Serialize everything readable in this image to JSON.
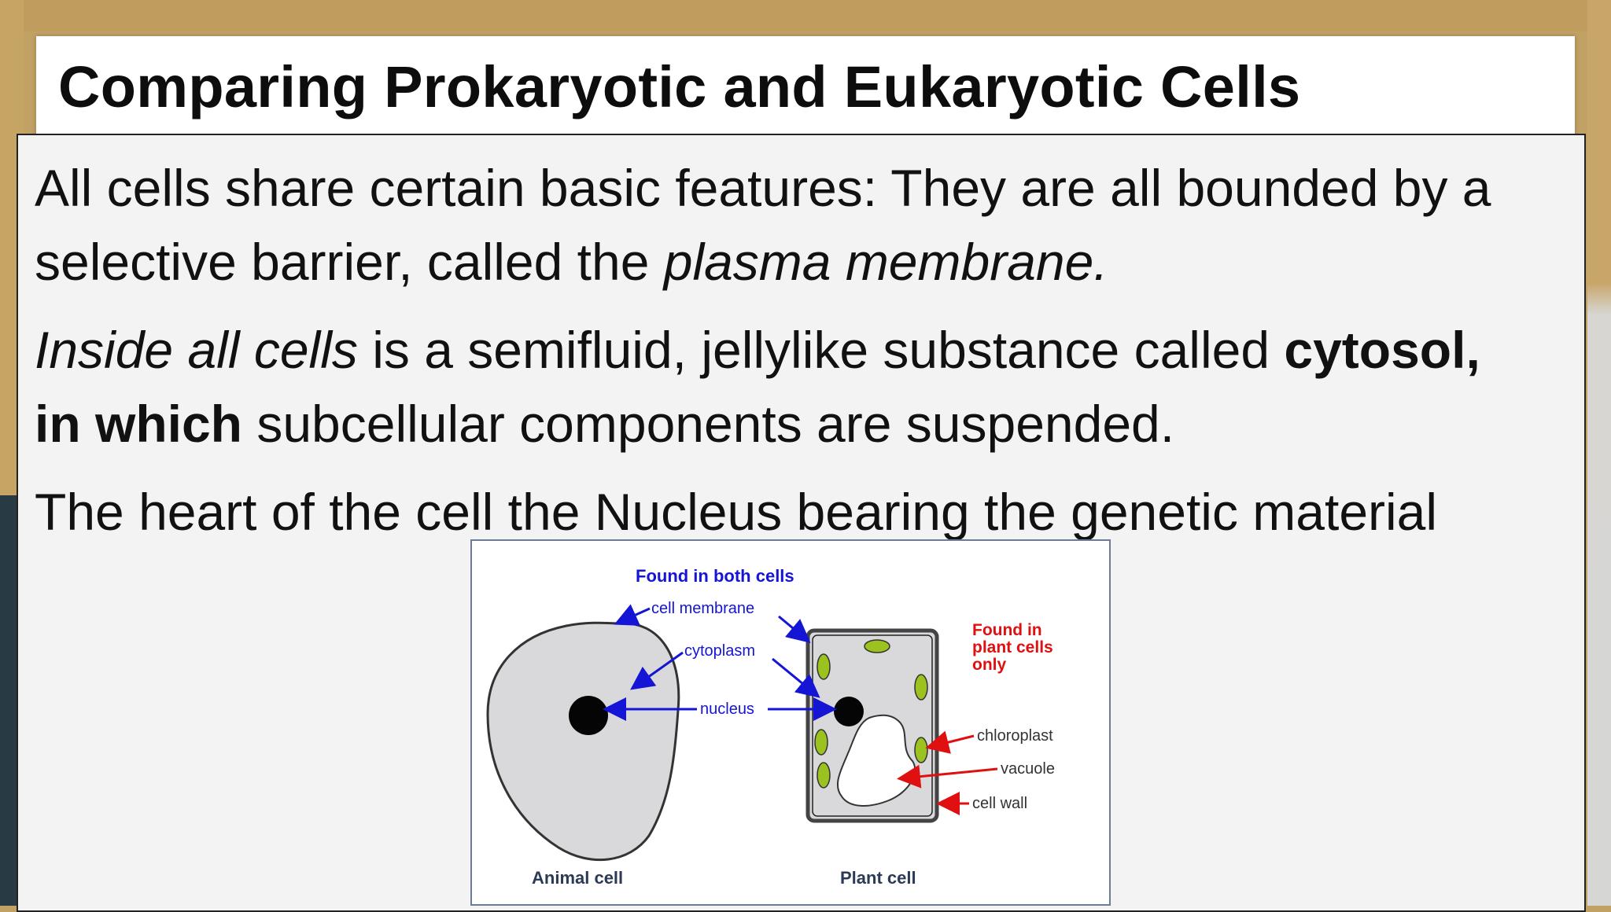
{
  "slide": {
    "title": "Comparing Prokaryotic and Eukaryotic Cells",
    "paragraphs": [
      {
        "segments": [
          {
            "text": "All cells share certain basic features: They are all bounded by a",
            "style": "normal"
          },
          {
            "text": "selective barrier, called the ",
            "style": "normal"
          },
          {
            "text": "plasma membrane.",
            "style": "italic"
          }
        ]
      },
      {
        "segments": [
          {
            "text": "Inside all cells",
            "style": "italic"
          },
          {
            "text": " is a semifluid, jellylike substance called ",
            "style": "normal"
          },
          {
            "text": "cytosol,",
            "style": "bold"
          },
          {
            "text": "in which",
            "style": "bold"
          },
          {
            "text": " subcellular components are suspended.",
            "style": "normal"
          }
        ]
      },
      {
        "segments": [
          {
            "text": "The heart of the cell the Nucleus bearing the genetic material",
            "style": "normal"
          }
        ]
      }
    ]
  },
  "figure": {
    "heading_both": "Found in both cells",
    "heading_plant_only": [
      "Found in",
      "plant cells",
      "only"
    ],
    "labels": {
      "cell_membrane": "cell membrane",
      "cytoplasm": "cytoplasm",
      "nucleus": "nucleus",
      "chloroplast": "chloroplast",
      "vacuole": "vacuole",
      "cell_wall": "cell wall"
    },
    "captions": {
      "animal": "Animal cell",
      "plant": "Plant cell"
    },
    "colors": {
      "both": "#1515d6",
      "plant_only": "#e01010",
      "chloroplast": "#9bc21f",
      "cell_fill": "#d9d9db",
      "caption": "#2b3a55"
    }
  }
}
